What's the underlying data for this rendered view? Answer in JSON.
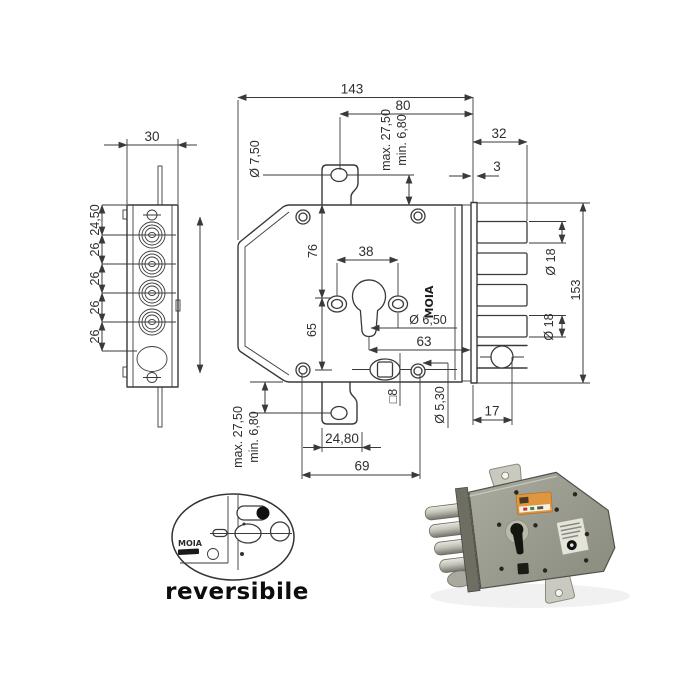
{
  "dims": {
    "total_width": "143",
    "hole_span": "80",
    "bolt_throw": "32",
    "faceplate_thickness": "3",
    "max_adjust": "max. 27,50",
    "min_adjust": "min. 6,80",
    "tab_hole_dia": "Ø 7,50",
    "side_width": "30",
    "side_stack": [
      "24,50",
      "26",
      "26",
      "26",
      "26"
    ],
    "cyl_top": "76",
    "hole_pitch": "38",
    "cyl_bottom": "65",
    "small_hole_dia": "Ø 6,50",
    "backset": "63",
    "spindle_square": "□8",
    "screw_hole_dia": "Ø 5,30",
    "tab_width": "24,80",
    "screw_span": "69",
    "bolt_dia": "Ø 18",
    "faceplate_height": "153",
    "latch_offset": "17"
  },
  "front_view": {
    "logo": "MOIA"
  },
  "detail": {
    "brand": "MOIA",
    "caption": "reversibile"
  },
  "colors": {
    "line": "#3a3a3a",
    "text": "#2e2e2e",
    "photo_body": "#9a9b8f",
    "photo_faceplate": "#6e6e63",
    "photo_bolt": "#c9c9c0",
    "label_orange": "#e0953f",
    "label_white": "#e4e4da"
  }
}
